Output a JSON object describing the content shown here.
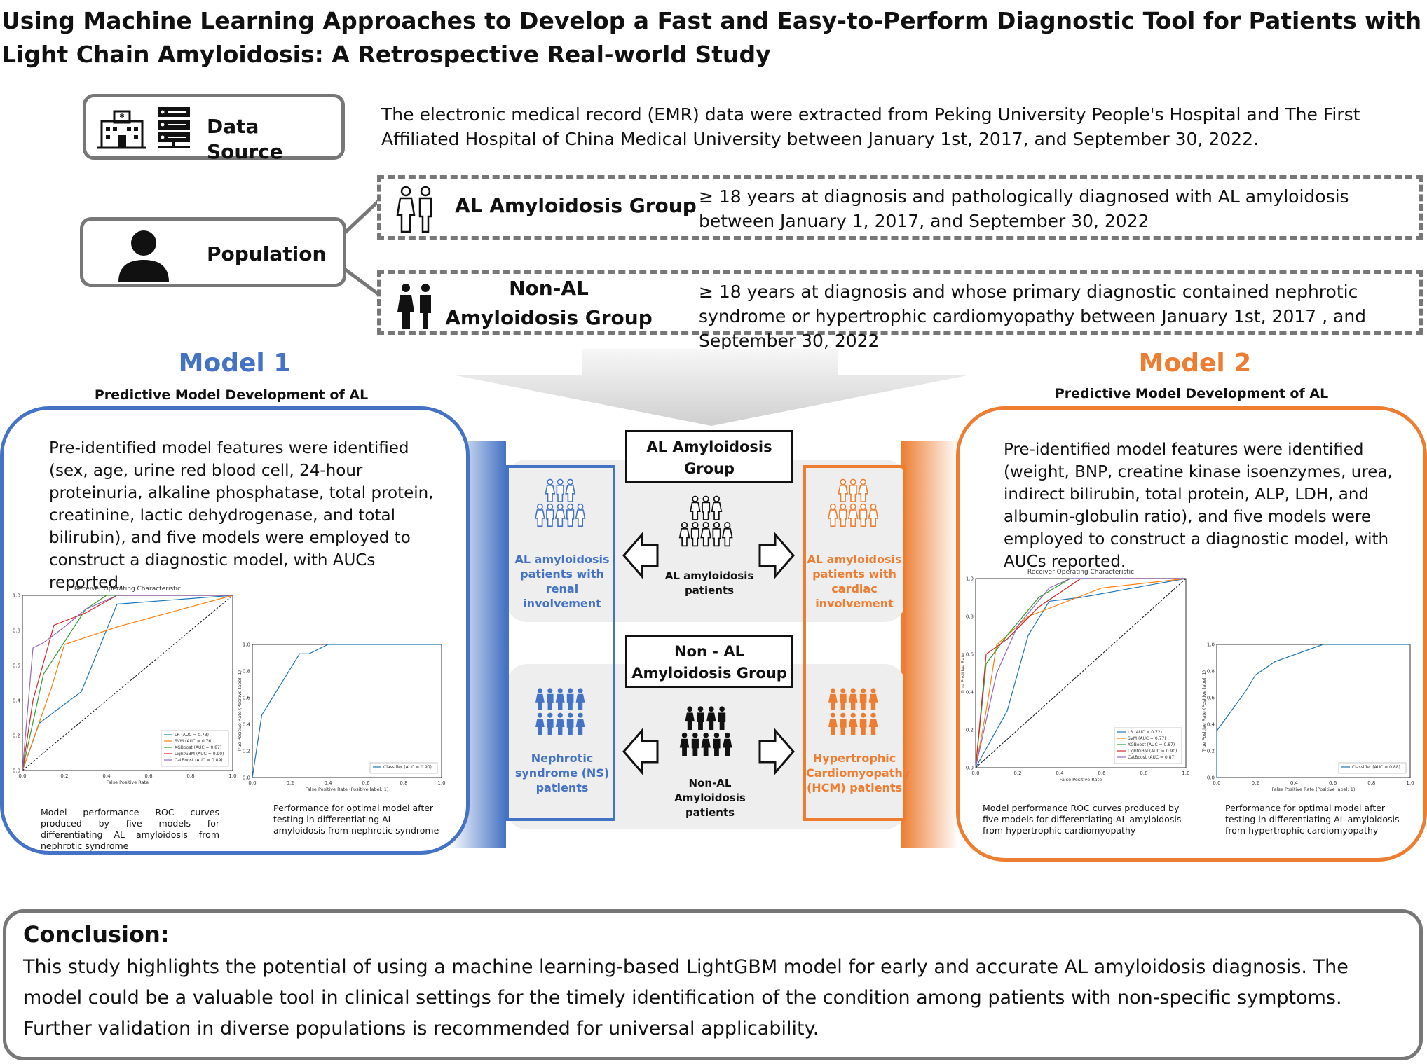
{
  "title": "Using Machine Learning Approaches to Develop a Fast and Easy-to-Perform Diagnostic Tool for Patients with Light Chain Amyloidosis: A Retrospective Real-world Study",
  "data_source": {
    "label": "Data Source",
    "text": "The electronic medical record (EMR) data were extracted from Peking University People's Hospital and The First Affiliated Hospital of China Medical University between January 1st, 2017, and September 30, 2022."
  },
  "population": {
    "label": "Population",
    "al_group": {
      "label": "AL Amyloidosis Group",
      "text": "≥ 18 years at diagnosis and pathologically diagnosed with AL amyloidosis between January 1, 2017, and September 30, 2022"
    },
    "non_al_group": {
      "label": "Non-AL Amyloidosis Group",
      "text": "≥ 18 years at diagnosis and whose primary diagnostic contained nephrotic syndrome or hypertrophic cardiomyopathy between January 1st, 2017 , and September 30, 2022"
    }
  },
  "model1": {
    "title": "Model 1",
    "subtitle": "Predictive Model Development of AL Amyloidosis Differentiation with Nephrotic Syndrome",
    "features": "Pre-identified model features were identified (sex, age, urine red blood cell, 24-hour proteinuria, alkaline phosphatase, total protein, creatinine, lactic dehydrogenase, and total bilirubin), and five models were employed to construct a diagnostic model, with AUCs reported.",
    "caption_roc": "Model performance ROC curves produced by five models for differentiating AL amyloidosis from nephrotic syndrome",
    "caption_opt": "Performance for optimal model after testing in differentiating AL amyloidosis from nephrotic syndrome",
    "color": "#4472C4"
  },
  "model2": {
    "title": "Model 2",
    "subtitle": "Predictive Model Development of AL Amyloidosis Differentiation with Hypertrophic Cardiomyopathy",
    "features": "Pre-identified model features were identified (weight, BNP, creatine kinase isoenzymes, urea, indirect bilirubin, total protein, ALP, LDH, and albumin-globulin ratio), and five models were employed to construct a diagnostic model, with AUCs reported.",
    "caption_roc": "Model performance ROC curves produced by five models for differentiating AL amyloidosis from hypertrophic cardiomyopathy",
    "caption_opt": "Performance for optimal model after testing in differentiating AL amyloidosis from hypertrophic cardiomyopathy",
    "color": "#ED7D31"
  },
  "center": {
    "al_group": "AL Amyloidosis Group",
    "al_patients": "AL amyloidosis patients",
    "non_al_group": "Non - AL Amyloidosis Group",
    "non_al_patients": "Non-AL Amyloidosis patients",
    "renal": "AL amyloidosis patients with renal involvement",
    "ns": "Nephrotic syndrome (NS) patients",
    "cardiac": "AL amyloidosis patients with cardiac involvement",
    "hcm": "Hypertrophic Cardiomyopathy (HCM) patients"
  },
  "conclusion": {
    "heading": "Conclusion:",
    "text": "This study highlights the potential of using a machine learning-based LightGBM model for early and accurate AL amyloidosis diagnosis. The model could be a valuable tool in clinical settings for the timely identification of the condition among patients with non-specific symptoms. Further validation in diverse populations is recommended for universal applicability."
  },
  "chart_data": [
    {
      "type": "line",
      "title": "Receiver Operating Characteristic",
      "xlabel": "False Positive Rate",
      "ylabel": "True Positive Rate",
      "xlim": [
        0,
        1
      ],
      "ylim": [
        0,
        1
      ],
      "ticks": [
        "0.0",
        "0.2",
        "0.4",
        "0.6",
        "0.8",
        "1.0"
      ],
      "series": [
        {
          "name": "LR (AUC = 0.73)",
          "color": "#1f77b4",
          "x": [
            0,
            0.08,
            0.28,
            0.45,
            1
          ],
          "y": [
            0,
            0.27,
            0.45,
            0.95,
            1
          ]
        },
        {
          "name": "SVM (AUC = 0.76)",
          "color": "#ff7f0e",
          "x": [
            0,
            0.14,
            0.2,
            0.45,
            1
          ],
          "y": [
            0,
            0.48,
            0.72,
            0.82,
            1
          ]
        },
        {
          "name": "XGBoost (AUC = 0.87)",
          "color": "#2ca02c",
          "x": [
            0,
            0.1,
            0.3,
            0.4,
            1
          ],
          "y": [
            0,
            0.55,
            0.92,
            1,
            1
          ]
        },
        {
          "name": "LightGBM (AUC = 0.90)",
          "color": "#d62728",
          "x": [
            0,
            0.05,
            0.15,
            0.3,
            0.45,
            1
          ],
          "y": [
            0,
            0.4,
            0.83,
            0.9,
            1,
            1
          ]
        },
        {
          "name": "CatBoost (AUC = 0.89)",
          "color": "#9467bd",
          "x": [
            0,
            0.05,
            0.1,
            0.2,
            0.3,
            0.45,
            1
          ],
          "y": [
            0,
            0.7,
            0.73,
            0.82,
            0.92,
            1,
            1
          ]
        }
      ]
    },
    {
      "type": "line",
      "xlabel": "False Positive Rate (Positive label: 1)",
      "ylabel": "True Positive Rate (Positive label: 1)",
      "xlim": [
        0,
        1
      ],
      "ylim": [
        0,
        1
      ],
      "ticks": [
        "0.0",
        "0.2",
        "0.4",
        "0.6",
        "0.8",
        "1.0"
      ],
      "series": [
        {
          "name": "Classifier (AUC = 0.90)",
          "color": "#1f77b4",
          "x": [
            0,
            0.05,
            0.25,
            0.3,
            0.4,
            1
          ],
          "y": [
            0,
            0.47,
            0.93,
            0.93,
            1,
            1
          ]
        }
      ]
    },
    {
      "type": "line",
      "title": "Receiver Operating Characteristic",
      "xlabel": "False Positive Rate",
      "ylabel": "True Positive Rate",
      "xlim": [
        0,
        1
      ],
      "ylim": [
        0,
        1
      ],
      "ticks": [
        "0.0",
        "0.2",
        "0.4",
        "0.6",
        "0.8",
        "1.0"
      ],
      "series": [
        {
          "name": "LR (AUC = 0.72)",
          "color": "#1f77b4",
          "x": [
            0,
            0.15,
            0.25,
            0.35,
            0.5,
            1
          ],
          "y": [
            0,
            0.3,
            0.7,
            0.88,
            0.9,
            1
          ]
        },
        {
          "name": "SVM (AUC = 0.77)",
          "color": "#ff7f0e",
          "x": [
            0,
            0.05,
            0.1,
            0.25,
            0.6,
            1
          ],
          "y": [
            0,
            0.3,
            0.65,
            0.8,
            0.95,
            1
          ]
        },
        {
          "name": "XGBoost (AUC = 0.87)",
          "color": "#2ca02c",
          "x": [
            0,
            0.05,
            0.15,
            0.3,
            0.45,
            1
          ],
          "y": [
            0,
            0.55,
            0.7,
            0.9,
            1,
            1
          ]
        },
        {
          "name": "LightGBM (AUC = 0.90)",
          "color": "#d62728",
          "x": [
            0,
            0.05,
            0.15,
            0.3,
            0.5,
            1
          ],
          "y": [
            0,
            0.6,
            0.68,
            0.85,
            1,
            1
          ]
        },
        {
          "name": "CatBoost (AUC = 0.87)",
          "color": "#9467bd",
          "x": [
            0,
            0.1,
            0.2,
            0.35,
            0.45,
            1
          ],
          "y": [
            0,
            0.5,
            0.75,
            0.95,
            1,
            1
          ]
        }
      ]
    },
    {
      "type": "line",
      "xlabel": "False Positive Rate (Positive label: 1)",
      "ylabel": "True Positive Rate (Positive label: 1)",
      "xlim": [
        0,
        1
      ],
      "ylim": [
        0,
        1
      ],
      "ticks": [
        "0.0",
        "0.2",
        "0.4",
        "0.6",
        "0.8",
        "1.0"
      ],
      "series": [
        {
          "name": "Classifier (AUC = 0.88)",
          "color": "#1f77b4",
          "x": [
            0,
            0,
            0.05,
            0.15,
            0.2,
            0.3,
            0.55,
            1
          ],
          "y": [
            0,
            0.35,
            0.45,
            0.65,
            0.77,
            0.87,
            1,
            1
          ]
        }
      ]
    }
  ]
}
